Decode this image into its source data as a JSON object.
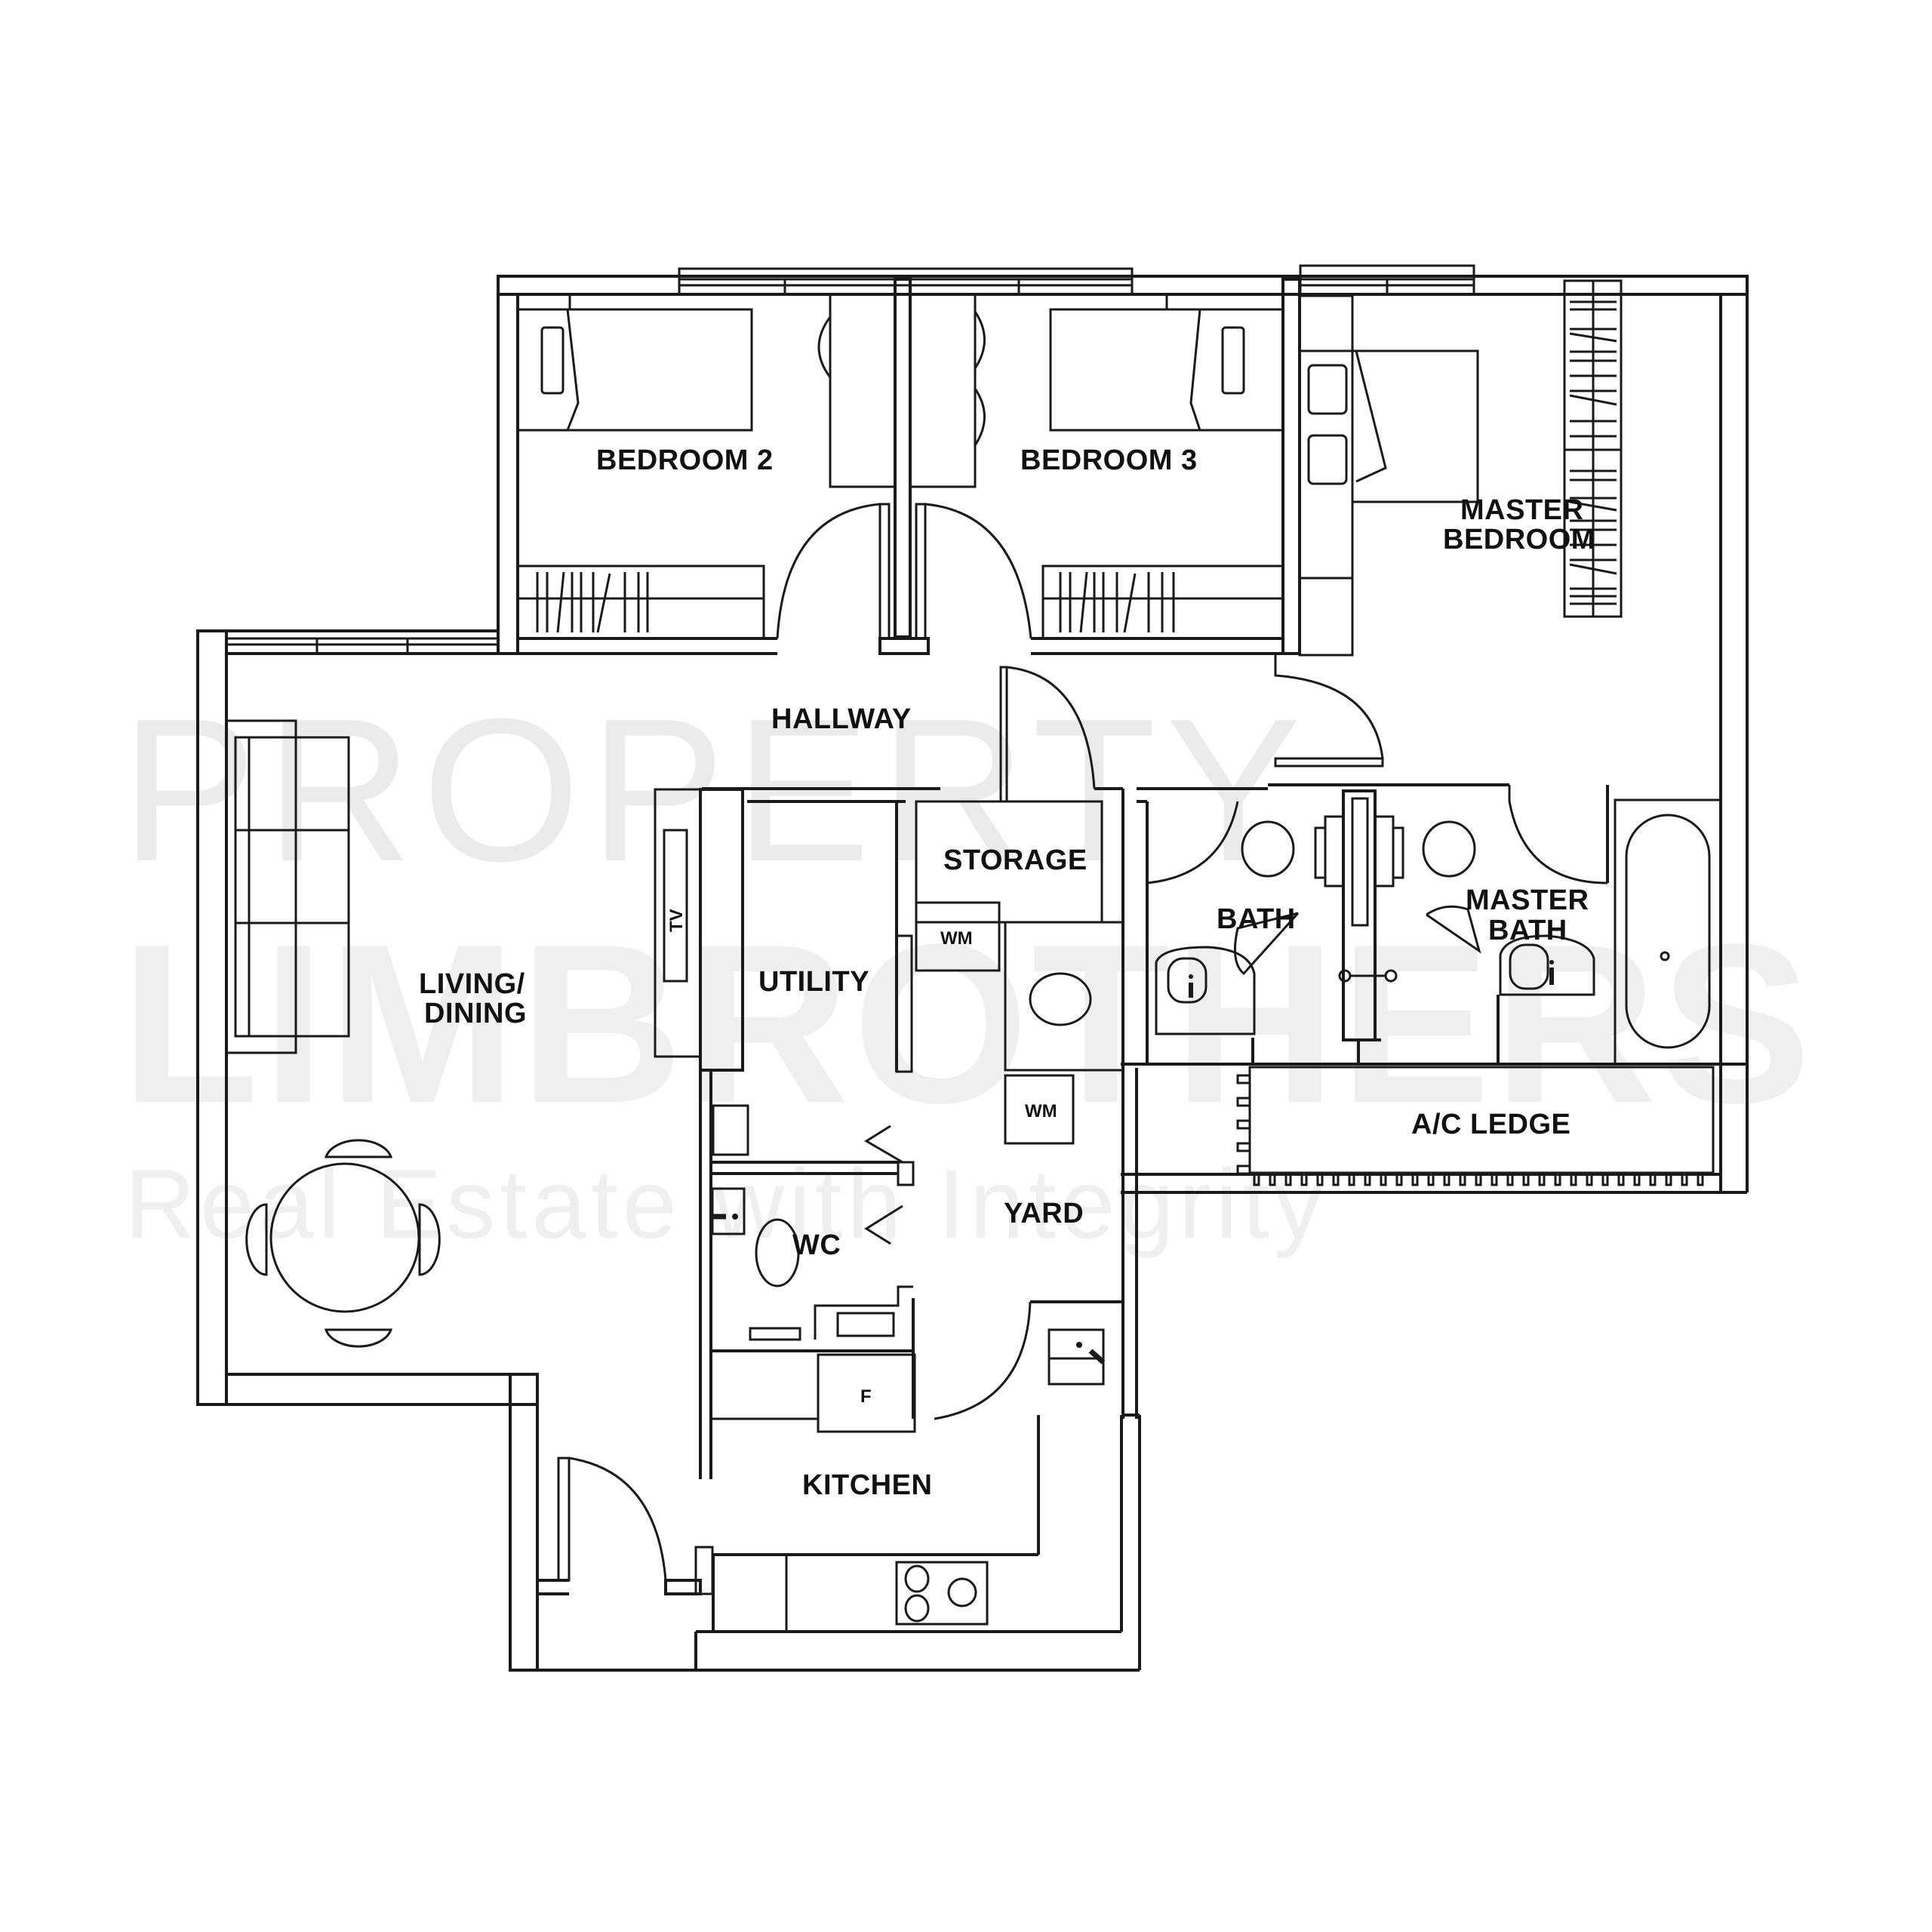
{
  "watermark": {
    "line1": "PROPERTY",
    "line2": "LIMBROTHERS",
    "tagline": "Real Estate with Integrity"
  },
  "rooms": {
    "bedroom2": "BEDROOM 2",
    "bedroom3": "BEDROOM 3",
    "master_bedroom_l1": "MASTER",
    "master_bedroom_l2": "BEDROOM",
    "hallway": "HALLWAY",
    "storage": "STORAGE",
    "living_l1": "LIVING/",
    "living_l2": "DINING",
    "utility": "UTILITY",
    "bath": "BATH",
    "master_bath_l1": "MASTER",
    "master_bath_l2": "BATH",
    "ac_ledge": "A/C LEDGE",
    "yard": "YARD",
    "wc": "WC",
    "kitchen": "KITCHEN"
  },
  "fixtures": {
    "tv": "TV",
    "washing_machine_1": "WM",
    "washing_machine_2": "WM",
    "fridge": "F"
  },
  "colors": {
    "line": "#1a1a1a",
    "background": "#ffffff",
    "watermark": "#ebebeb"
  }
}
